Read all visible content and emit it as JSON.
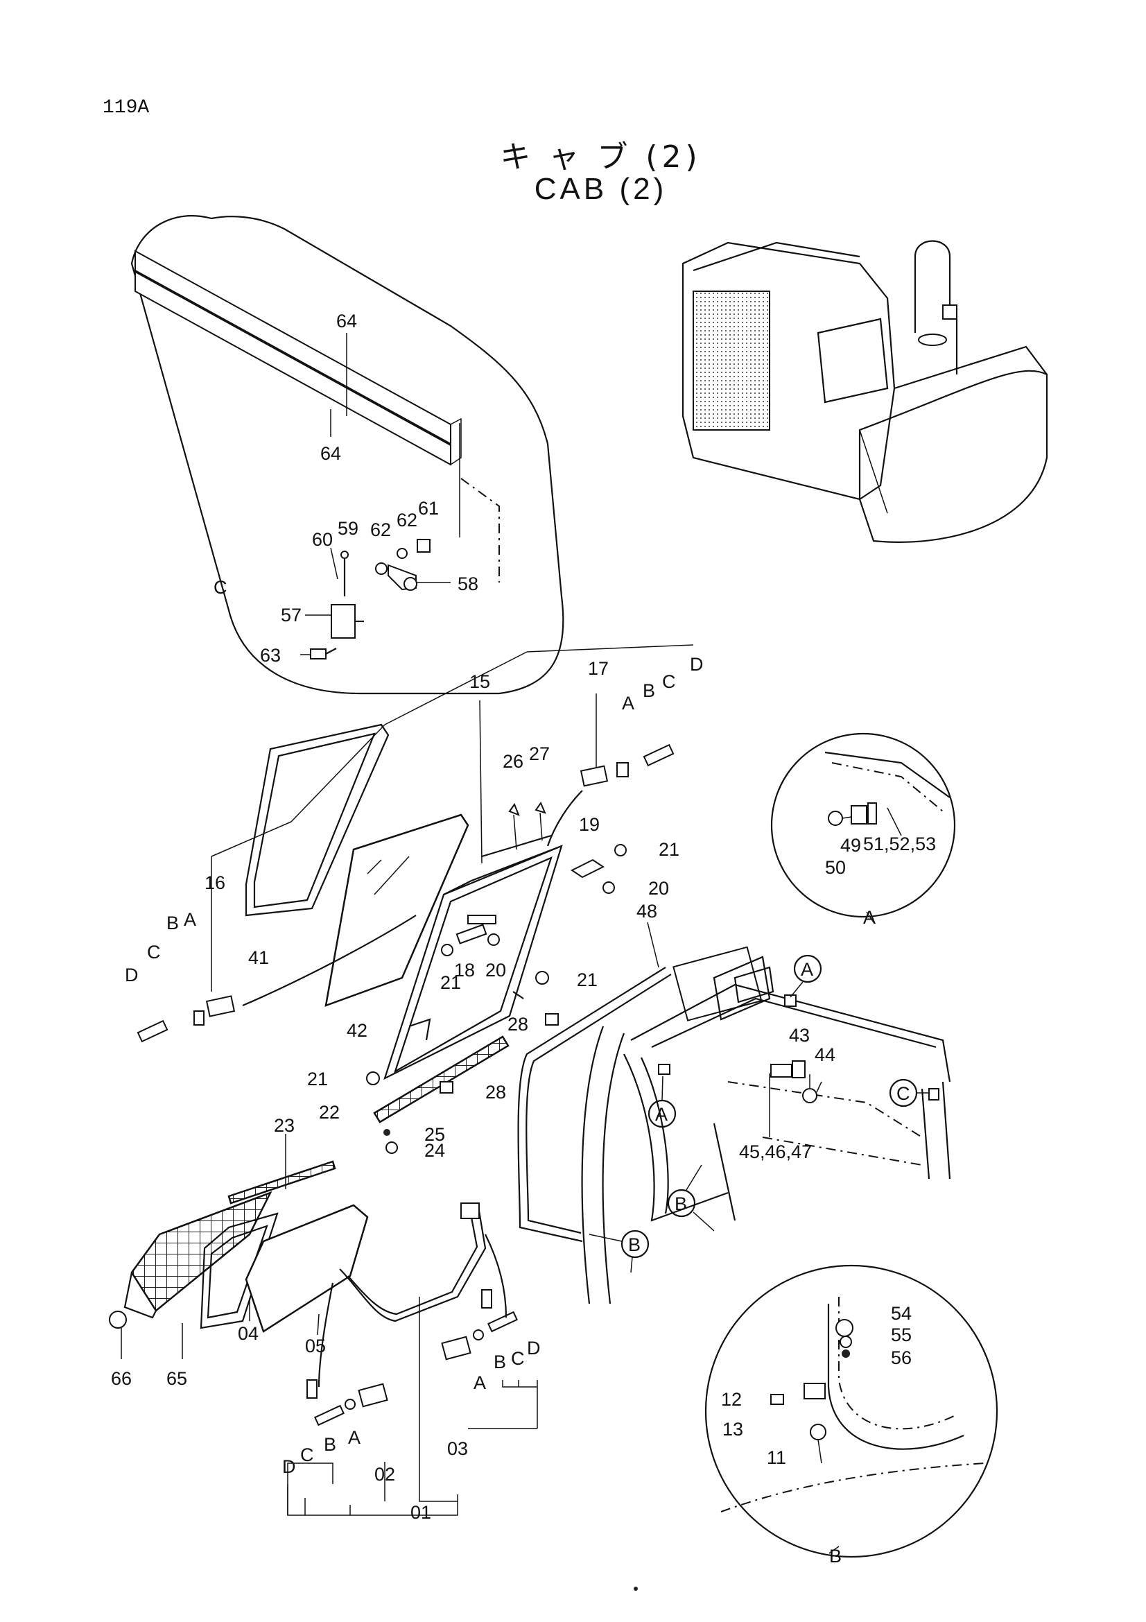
{
  "page_id": "119A",
  "title_jp": "キ ャ ブ (2)",
  "title_en": "CAB (2)",
  "callouts": {
    "p01": "01",
    "p02": "02",
    "p03": "03",
    "p04": "04",
    "p05": "05",
    "p11": "11",
    "p12": "12",
    "p13": "13",
    "p15": "15",
    "p16": "16",
    "p17": "17",
    "p18": "18",
    "p19": "19",
    "p20a": "20",
    "p20b": "20",
    "p21a": "21",
    "p21b": "21",
    "p21c": "21",
    "p21d": "21",
    "p22": "22",
    "p23": "23",
    "p24": "24",
    "p25": "25",
    "p26": "26",
    "p27": "27",
    "p28a": "28",
    "p28b": "28",
    "p41": "41",
    "p42": "42",
    "p43": "43",
    "p44": "44",
    "p45": "45,46,47",
    "p48": "48",
    "p49": "49",
    "p50": "50",
    "p51": "51,52,53",
    "p54": "54",
    "p55": "55",
    "p56": "56",
    "p57": "57",
    "p58": "58",
    "p59": "59",
    "p60": "60",
    "p61": "61",
    "p62a": "62",
    "p62b": "62",
    "p63": "63",
    "p64a": "64",
    "p64b": "64",
    "p65": "65",
    "p66": "66"
  },
  "letters": {
    "a": "A",
    "b": "B",
    "c": "C",
    "d": "D"
  },
  "detail_labels": {
    "detail_a": "A",
    "detail_b": "B",
    "detail_c": "C"
  },
  "markers": {
    "m_a1": "A",
    "m_a2": "A",
    "m_b1": "B",
    "m_b2": "B",
    "m_c1": "C"
  }
}
